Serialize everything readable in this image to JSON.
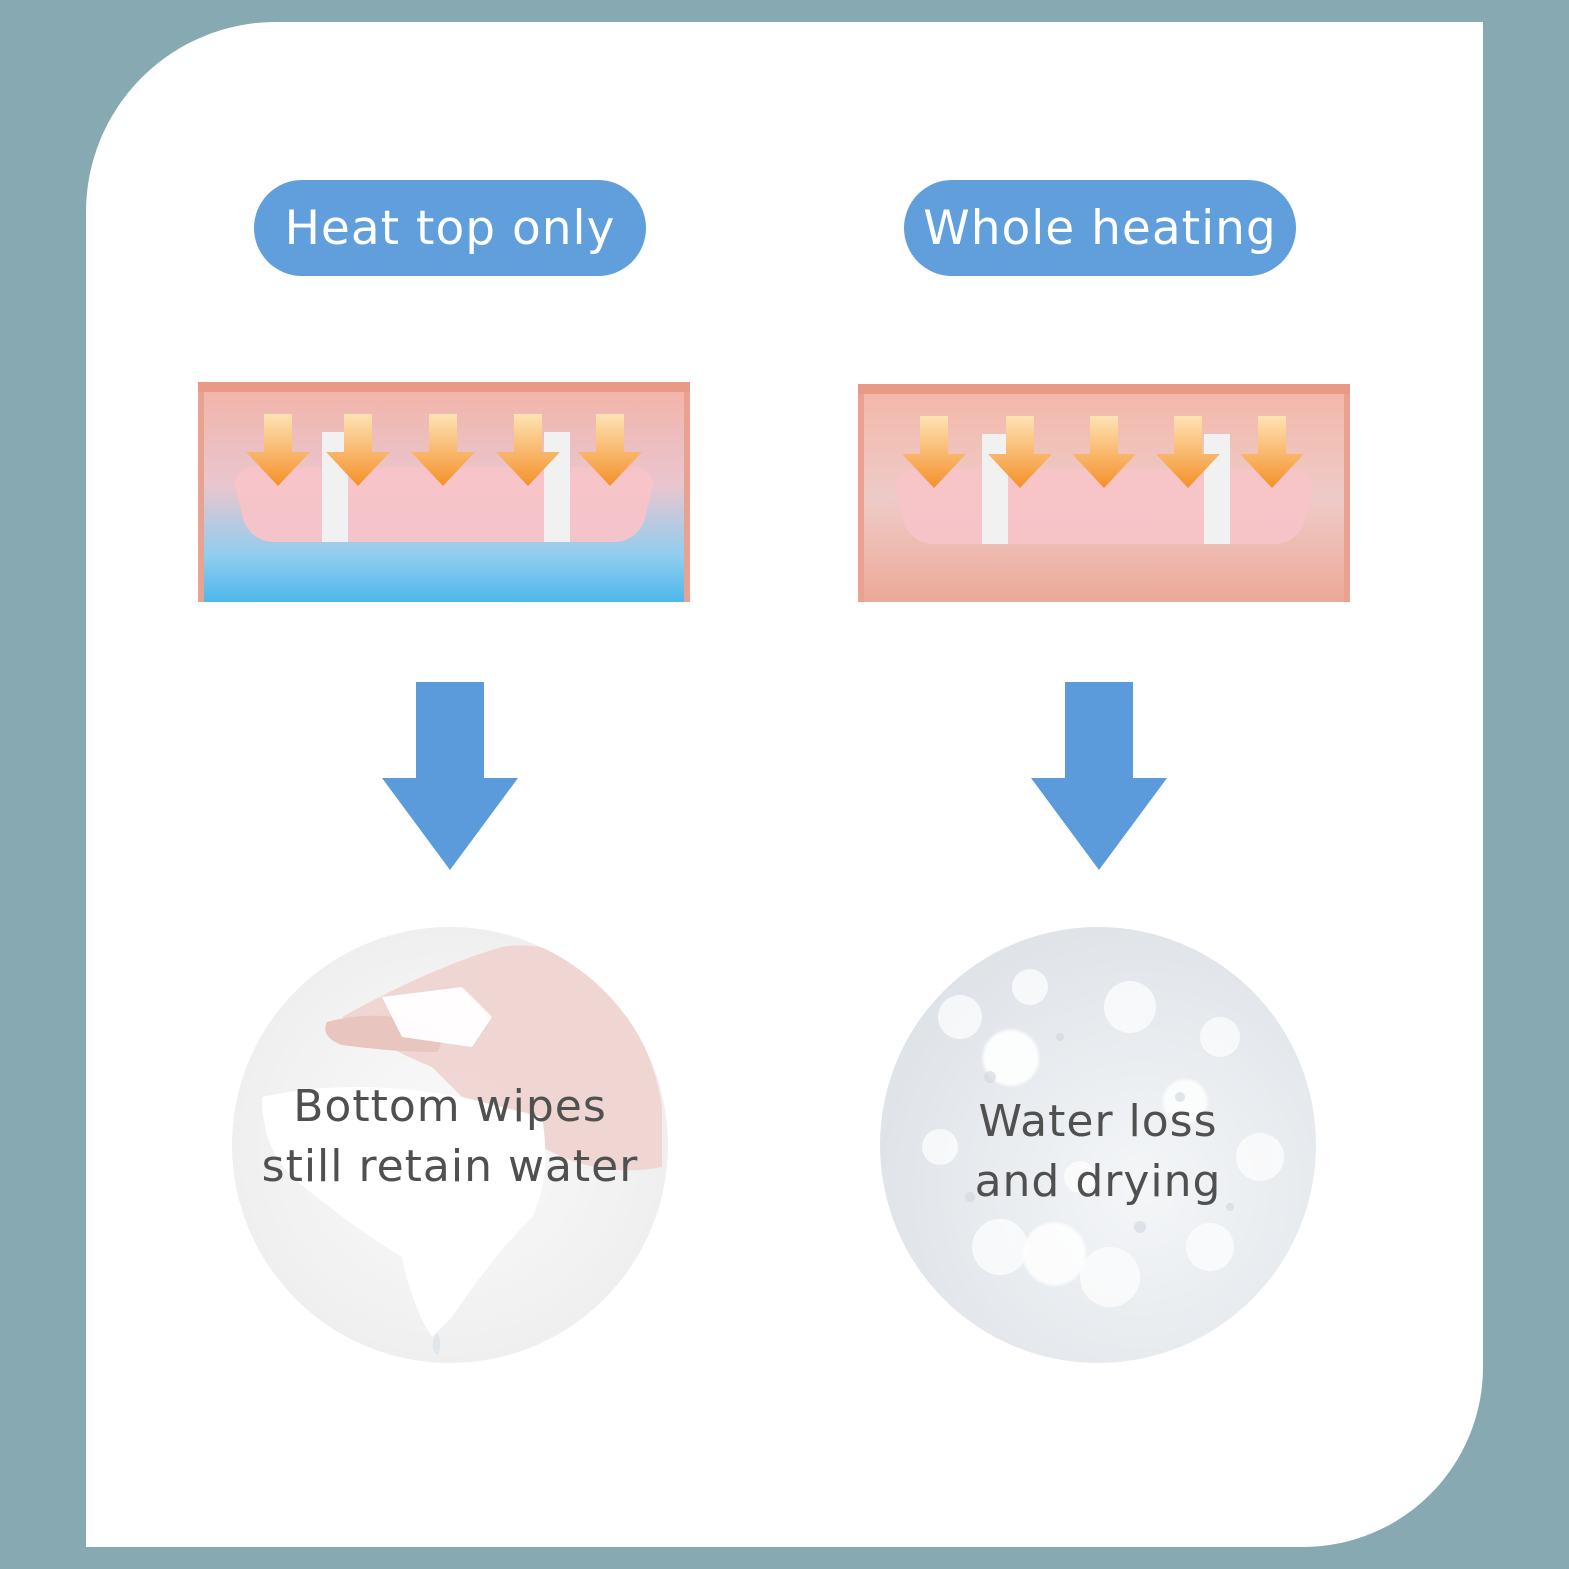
{
  "colors": {
    "frame": "#86a9b2",
    "pill": "#609fdb",
    "arrow": "#5b9bdc",
    "heat_arrow": "#f5a13a",
    "box_pink": "#f3b3a6",
    "cold_blue": "#3bb2ea",
    "text_gray": "#505050"
  },
  "left": {
    "label": "Heat top only",
    "result_line1": "Bottom wipes",
    "result_line2": "still retain water",
    "heating": "top",
    "icon": "dripping-wipe-icon"
  },
  "right": {
    "label": "Whole heating",
    "result_line1": "Water loss",
    "result_line2": "and drying",
    "heating": "whole",
    "icon": "dry-texture-icon"
  }
}
